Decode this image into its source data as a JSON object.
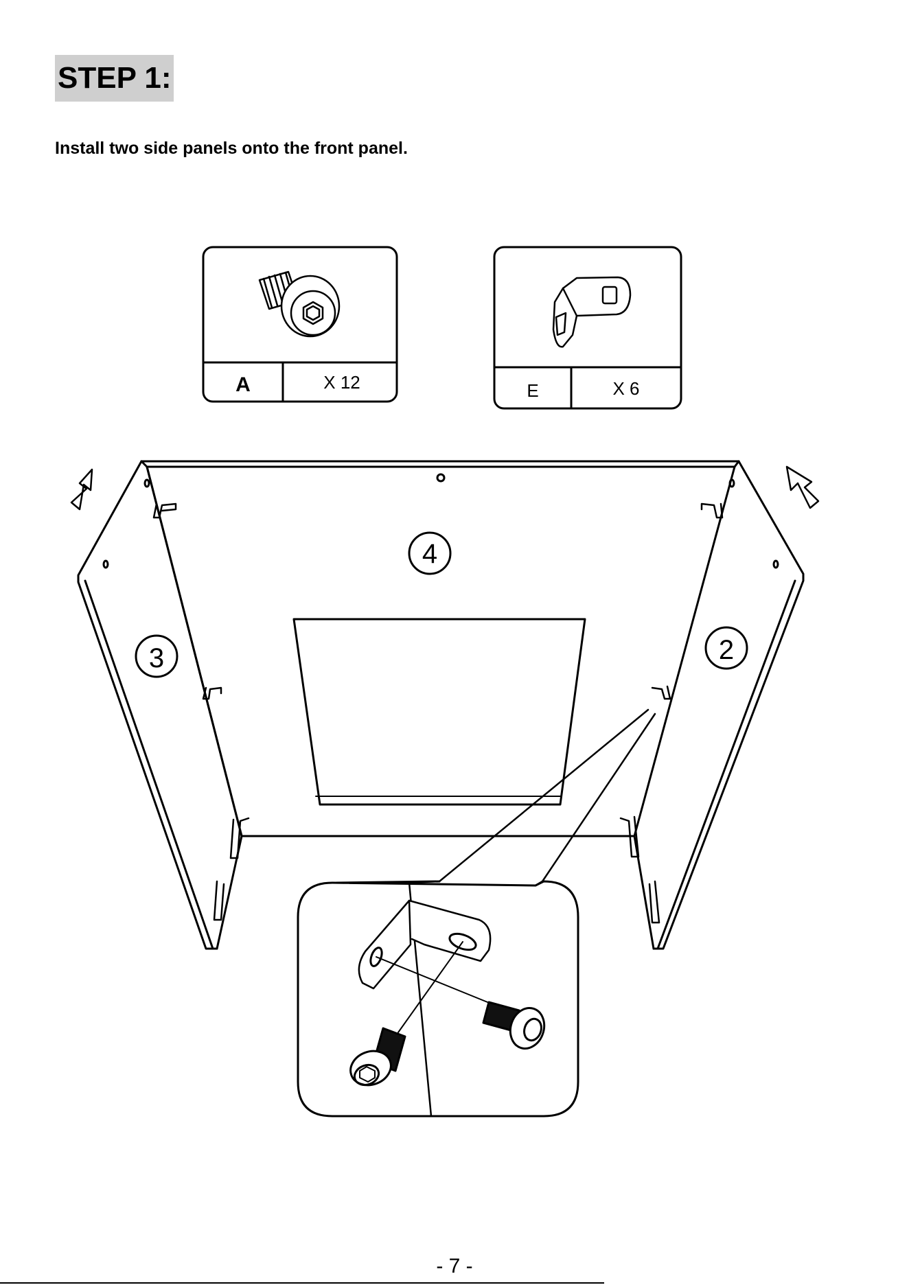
{
  "step": {
    "title": "STEP 1:"
  },
  "instruction": "Install two side panels onto the front panel.",
  "parts": [
    {
      "letter": "A",
      "quantity": "X 12",
      "icon": "hex-bolt-icon"
    },
    {
      "letter": "E",
      "quantity": "X 6",
      "icon": "l-bracket-icon"
    }
  ],
  "panels": {
    "front": "4",
    "right": "2",
    "left": "3"
  },
  "page_number": "- 7 -"
}
